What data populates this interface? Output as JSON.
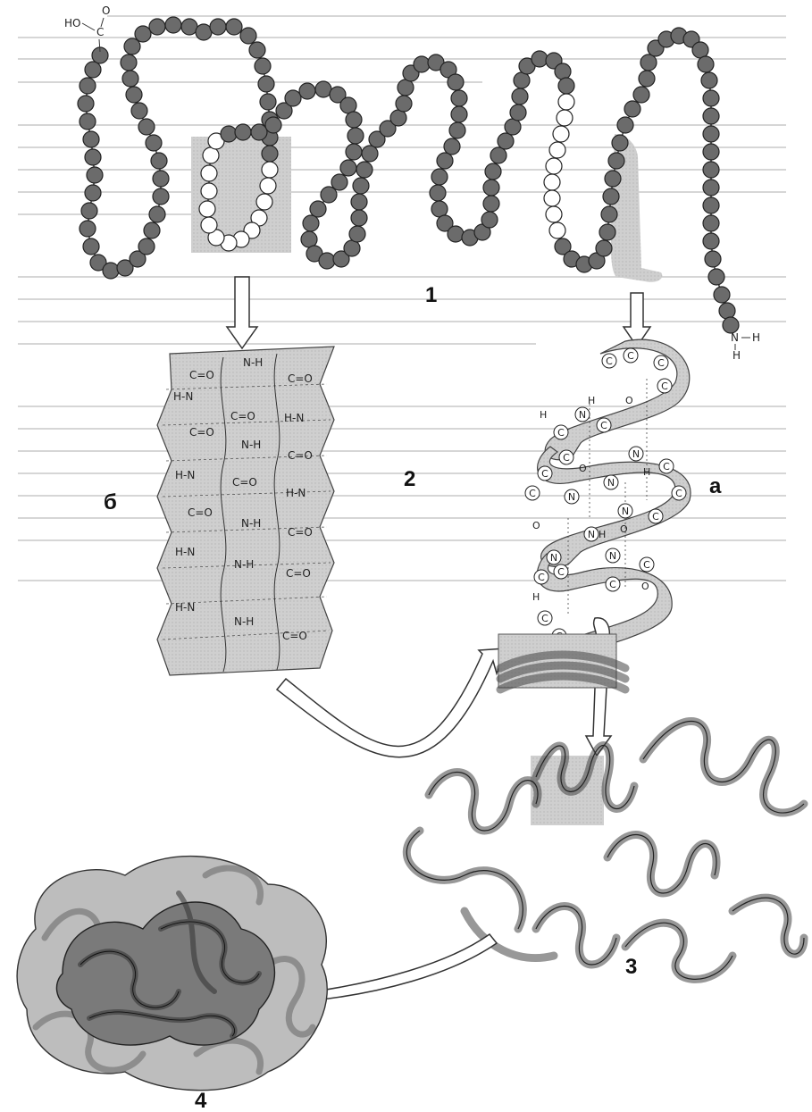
{
  "diagram": {
    "labels": {
      "primary": "1",
      "secondary": "2",
      "tertiary": "3",
      "quaternary": "4",
      "alpha_helix": "а",
      "beta_sheet": "б"
    },
    "chem": {
      "carboxyl_o1": "HO",
      "carboxyl_c": "C",
      "carboxyl_o2": "O",
      "amino_h1": "H",
      "amino_n": "N",
      "amino_h2": "H",
      "sheet_co": "C=O",
      "sheet_nh": "N-H",
      "sheet_hn": "H-N",
      "helix_c": "C",
      "helix_n": "N",
      "helix_o": "O",
      "helix_h": "H"
    },
    "colors": {
      "bead_dark": "#6b6b6b",
      "bead_light": "#ffffff",
      "panel_gray": "#cfcfcf",
      "ribbon": "#b9b9b9",
      "globule_light": "#bdbdbd",
      "globule_dark": "#7a7a7a"
    }
  }
}
